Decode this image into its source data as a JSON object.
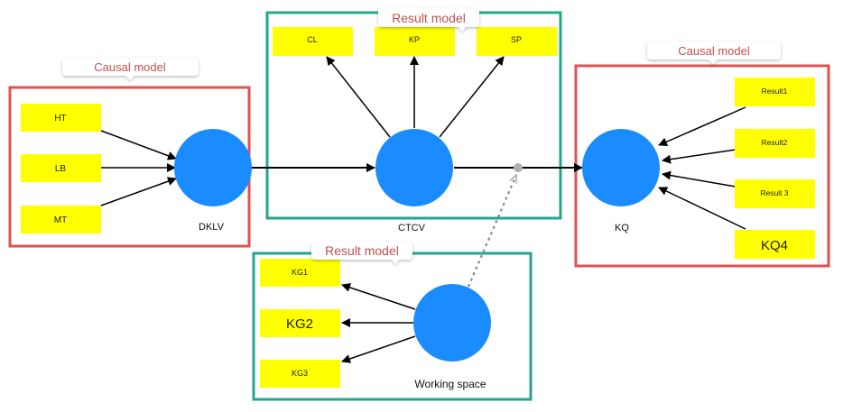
{
  "colors": {
    "causal_border": "#e05252",
    "result_border": "#23a68a",
    "indicator_fill": "#ffff00",
    "latent_fill": "#1a8cff",
    "title_text": "#c0504d",
    "arrow": "#000000",
    "dotted": "#888888"
  },
  "groups": [
    {
      "id": "causal-left",
      "kind": "causal",
      "title": "Causal model"
    },
    {
      "id": "result-top",
      "kind": "result",
      "title": "Result model"
    },
    {
      "id": "causal-right",
      "kind": "causal",
      "title": "Causal model"
    },
    {
      "id": "result-bottom",
      "kind": "result",
      "title": "Result model"
    }
  ],
  "latents": [
    {
      "id": "dklv",
      "label": "DKLV"
    },
    {
      "id": "ctcv",
      "label": "CTCV"
    },
    {
      "id": "kq",
      "label": "KQ"
    },
    {
      "id": "ws",
      "label": "Working space"
    }
  ],
  "indicators": [
    {
      "id": "ht",
      "label": "HT"
    },
    {
      "id": "lb",
      "label": "LB"
    },
    {
      "id": "mt",
      "label": "MT"
    },
    {
      "id": "cl",
      "label": "CL"
    },
    {
      "id": "kp",
      "label": "KP"
    },
    {
      "id": "sp",
      "label": "SP"
    },
    {
      "id": "r1",
      "label": "Result1"
    },
    {
      "id": "r2",
      "label": "Result2"
    },
    {
      "id": "r3",
      "label": "Result 3"
    },
    {
      "id": "kq4",
      "label": "KQ4"
    },
    {
      "id": "kg1",
      "label": "KG1"
    },
    {
      "id": "kg2",
      "label": "KG2"
    },
    {
      "id": "kg3",
      "label": "KG3"
    }
  ],
  "edges": [
    {
      "from": "ht",
      "to": "dklv",
      "style": "solid"
    },
    {
      "from": "lb",
      "to": "dklv",
      "style": "solid"
    },
    {
      "from": "mt",
      "to": "dklv",
      "style": "solid"
    },
    {
      "from": "dklv",
      "to": "ctcv",
      "style": "solid"
    },
    {
      "from": "ctcv",
      "to": "cl",
      "style": "solid"
    },
    {
      "from": "ctcv",
      "to": "kp",
      "style": "solid"
    },
    {
      "from": "ctcv",
      "to": "sp",
      "style": "solid"
    },
    {
      "from": "ctcv",
      "to": "kq",
      "style": "solid"
    },
    {
      "from": "r1",
      "to": "kq",
      "style": "solid"
    },
    {
      "from": "r2",
      "to": "kq",
      "style": "solid"
    },
    {
      "from": "r3",
      "to": "kq",
      "style": "solid"
    },
    {
      "from": "kq4",
      "to": "kq",
      "style": "solid"
    },
    {
      "from": "ws",
      "to": "kg1",
      "style": "solid"
    },
    {
      "from": "ws",
      "to": "kg2",
      "style": "solid"
    },
    {
      "from": "ws",
      "to": "kg3",
      "style": "solid"
    },
    {
      "from": "ws",
      "to": "ctcv-kq-path",
      "style": "dotted",
      "note": "moderation"
    }
  ]
}
